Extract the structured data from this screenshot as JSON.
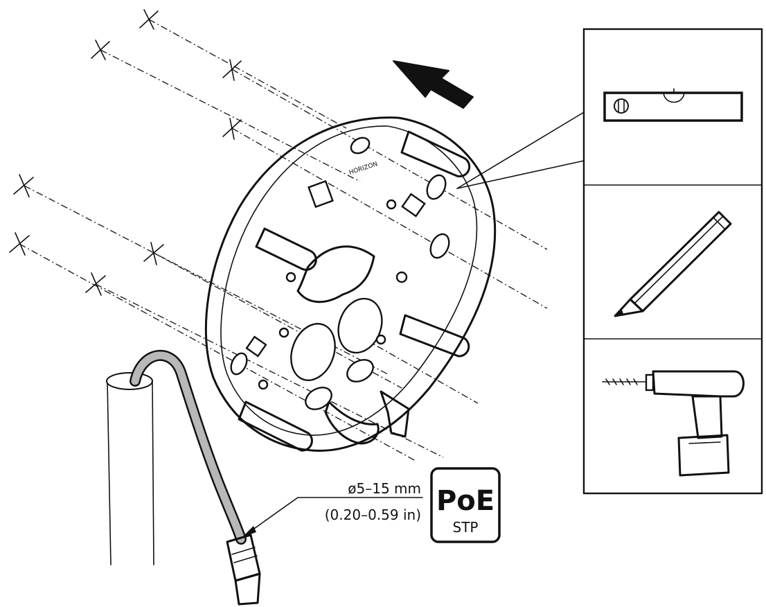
{
  "cable": {
    "diameter_mm": "ø5–15 mm",
    "diameter_in": "(0.20–0.59 in)"
  },
  "poe_badge": {
    "title": "PoE",
    "subtitle": "STP"
  },
  "mount_plate": {
    "engraving": "HORIZON"
  },
  "tools": [
    {
      "name": "spirit-level-icon"
    },
    {
      "name": "pencil-icon"
    },
    {
      "name": "drill-icon"
    }
  ]
}
